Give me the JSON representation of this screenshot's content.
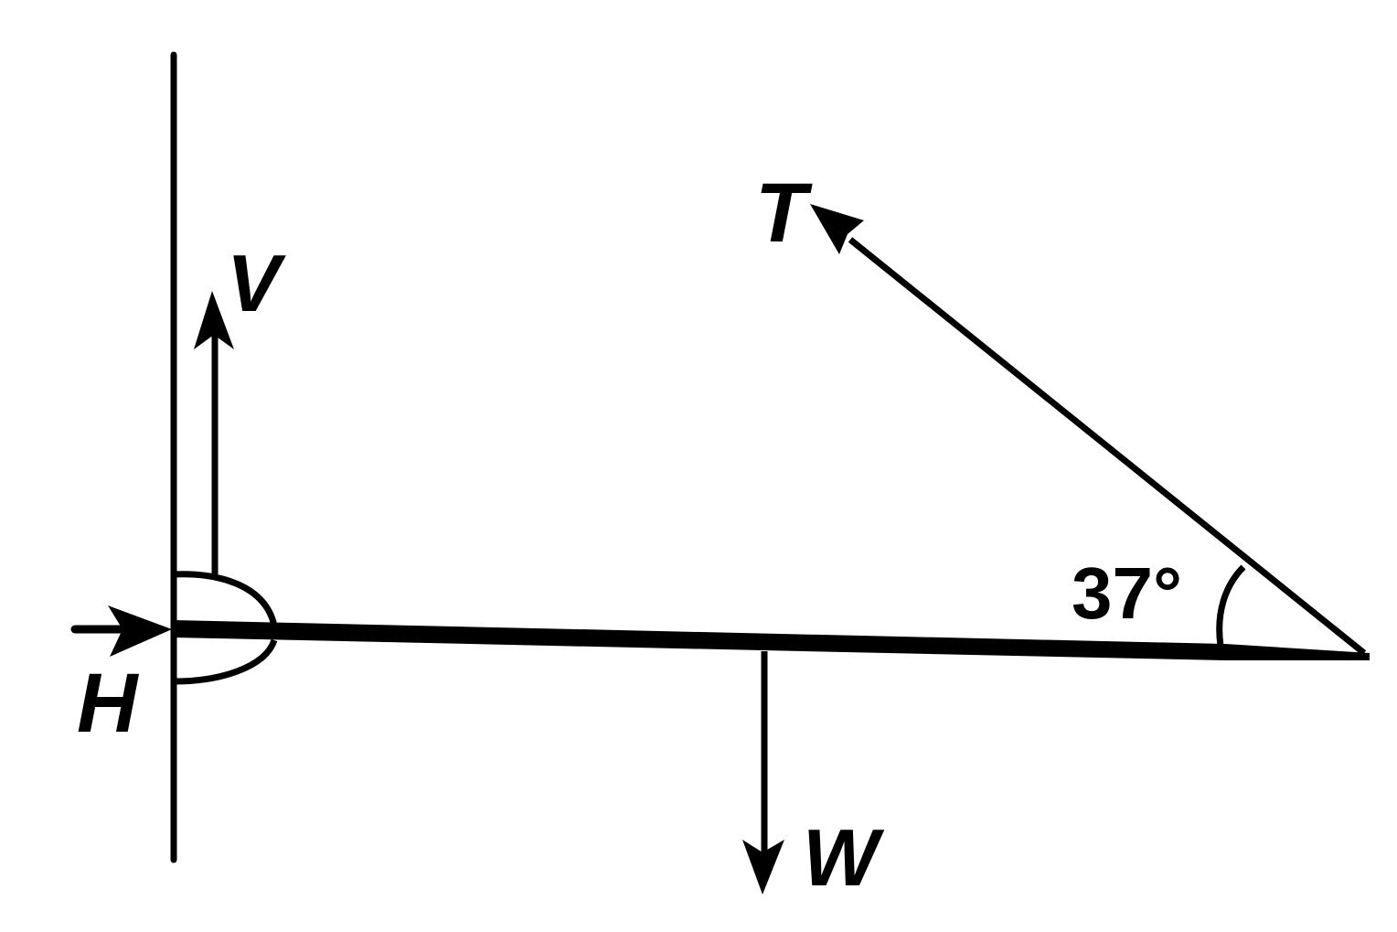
{
  "diagram": {
    "type": "free-body-diagram",
    "colors": {
      "ink": "#000000",
      "background": "#ffffff"
    },
    "elements": {
      "wall": {
        "description": "vertical wall"
      },
      "beam": {
        "description": "horizontal rod hinged at wall"
      },
      "hinge": {
        "description": "hinge support at wall"
      }
    },
    "forces": [
      {
        "id": "V",
        "label": "V",
        "direction": "up",
        "description": "vertical reaction at hinge"
      },
      {
        "id": "H",
        "label": "H",
        "direction": "right",
        "description": "horizontal reaction at hinge"
      },
      {
        "id": "W",
        "label": "W",
        "direction": "down",
        "description": "weight at center of rod"
      },
      {
        "id": "T",
        "label": "T",
        "direction": "up-left",
        "description": "tension in string"
      }
    ],
    "angle": {
      "label": "37°",
      "between": "string and rod"
    }
  }
}
